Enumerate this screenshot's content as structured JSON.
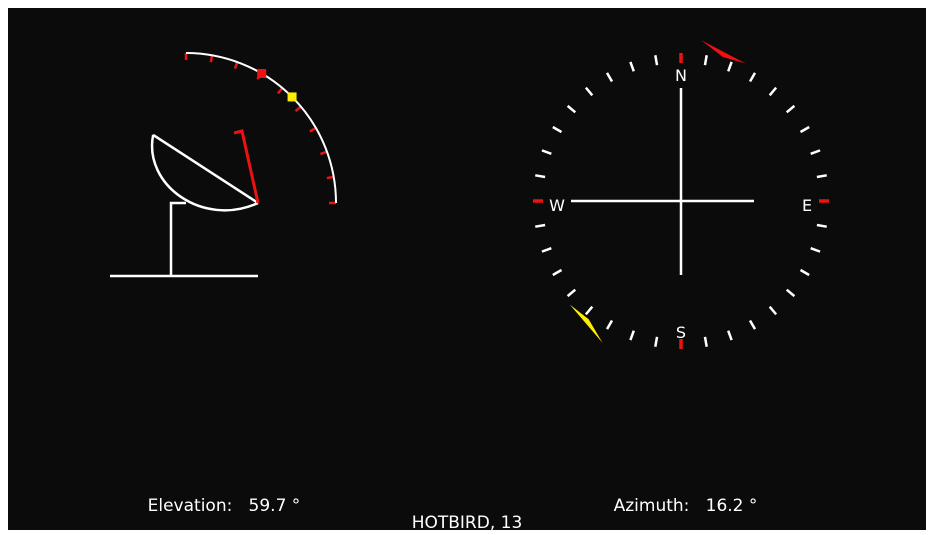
{
  "elevation": {
    "label": "Elevation:",
    "value": "59.7 °",
    "target_deg": 59.7,
    "current_deg": 45
  },
  "azimuth": {
    "label": "Azimuth:",
    "value": "16.2 °",
    "target_deg": 16.2,
    "current_deg": 218,
    "labels": {
      "north": "N",
      "south": "S",
      "east": "E",
      "west": "W"
    }
  },
  "satellite": "HOTBIRD, 13",
  "colors": {
    "background": "#0b0b0b",
    "foreground": "#ffffff",
    "target": "#ee1111",
    "current": "#ffee00"
  }
}
